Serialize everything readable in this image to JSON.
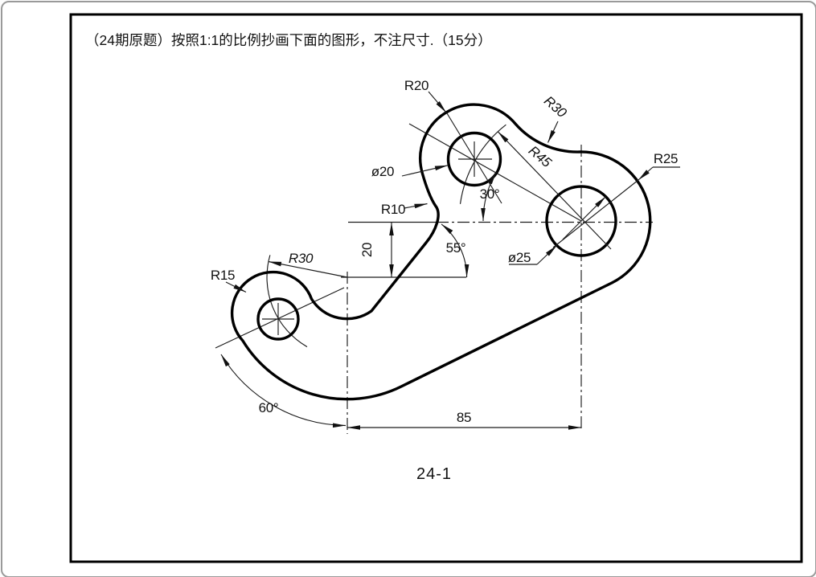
{
  "window": {
    "background": "#ffffff",
    "outer_border_color": "#9a9a9a",
    "frame_color": "#000000",
    "line_color": "#000000"
  },
  "header": {
    "title": "（24期原题）按照1:1的比例抄画下面的图形，不注尺寸.（15分）"
  },
  "figure": {
    "caption": "24-1"
  },
  "labels": {
    "r20": "R20",
    "r30_top": "R30",
    "r45": "R45",
    "r25": "R25",
    "dia20": "ø20",
    "r10": "R10",
    "dia25": "ø25",
    "angle_30": "30°",
    "angle_55": "55°",
    "len_20": "20",
    "r30_left": "R30",
    "r15": "R15",
    "angle_60": "60°",
    "len_85": "85"
  }
}
